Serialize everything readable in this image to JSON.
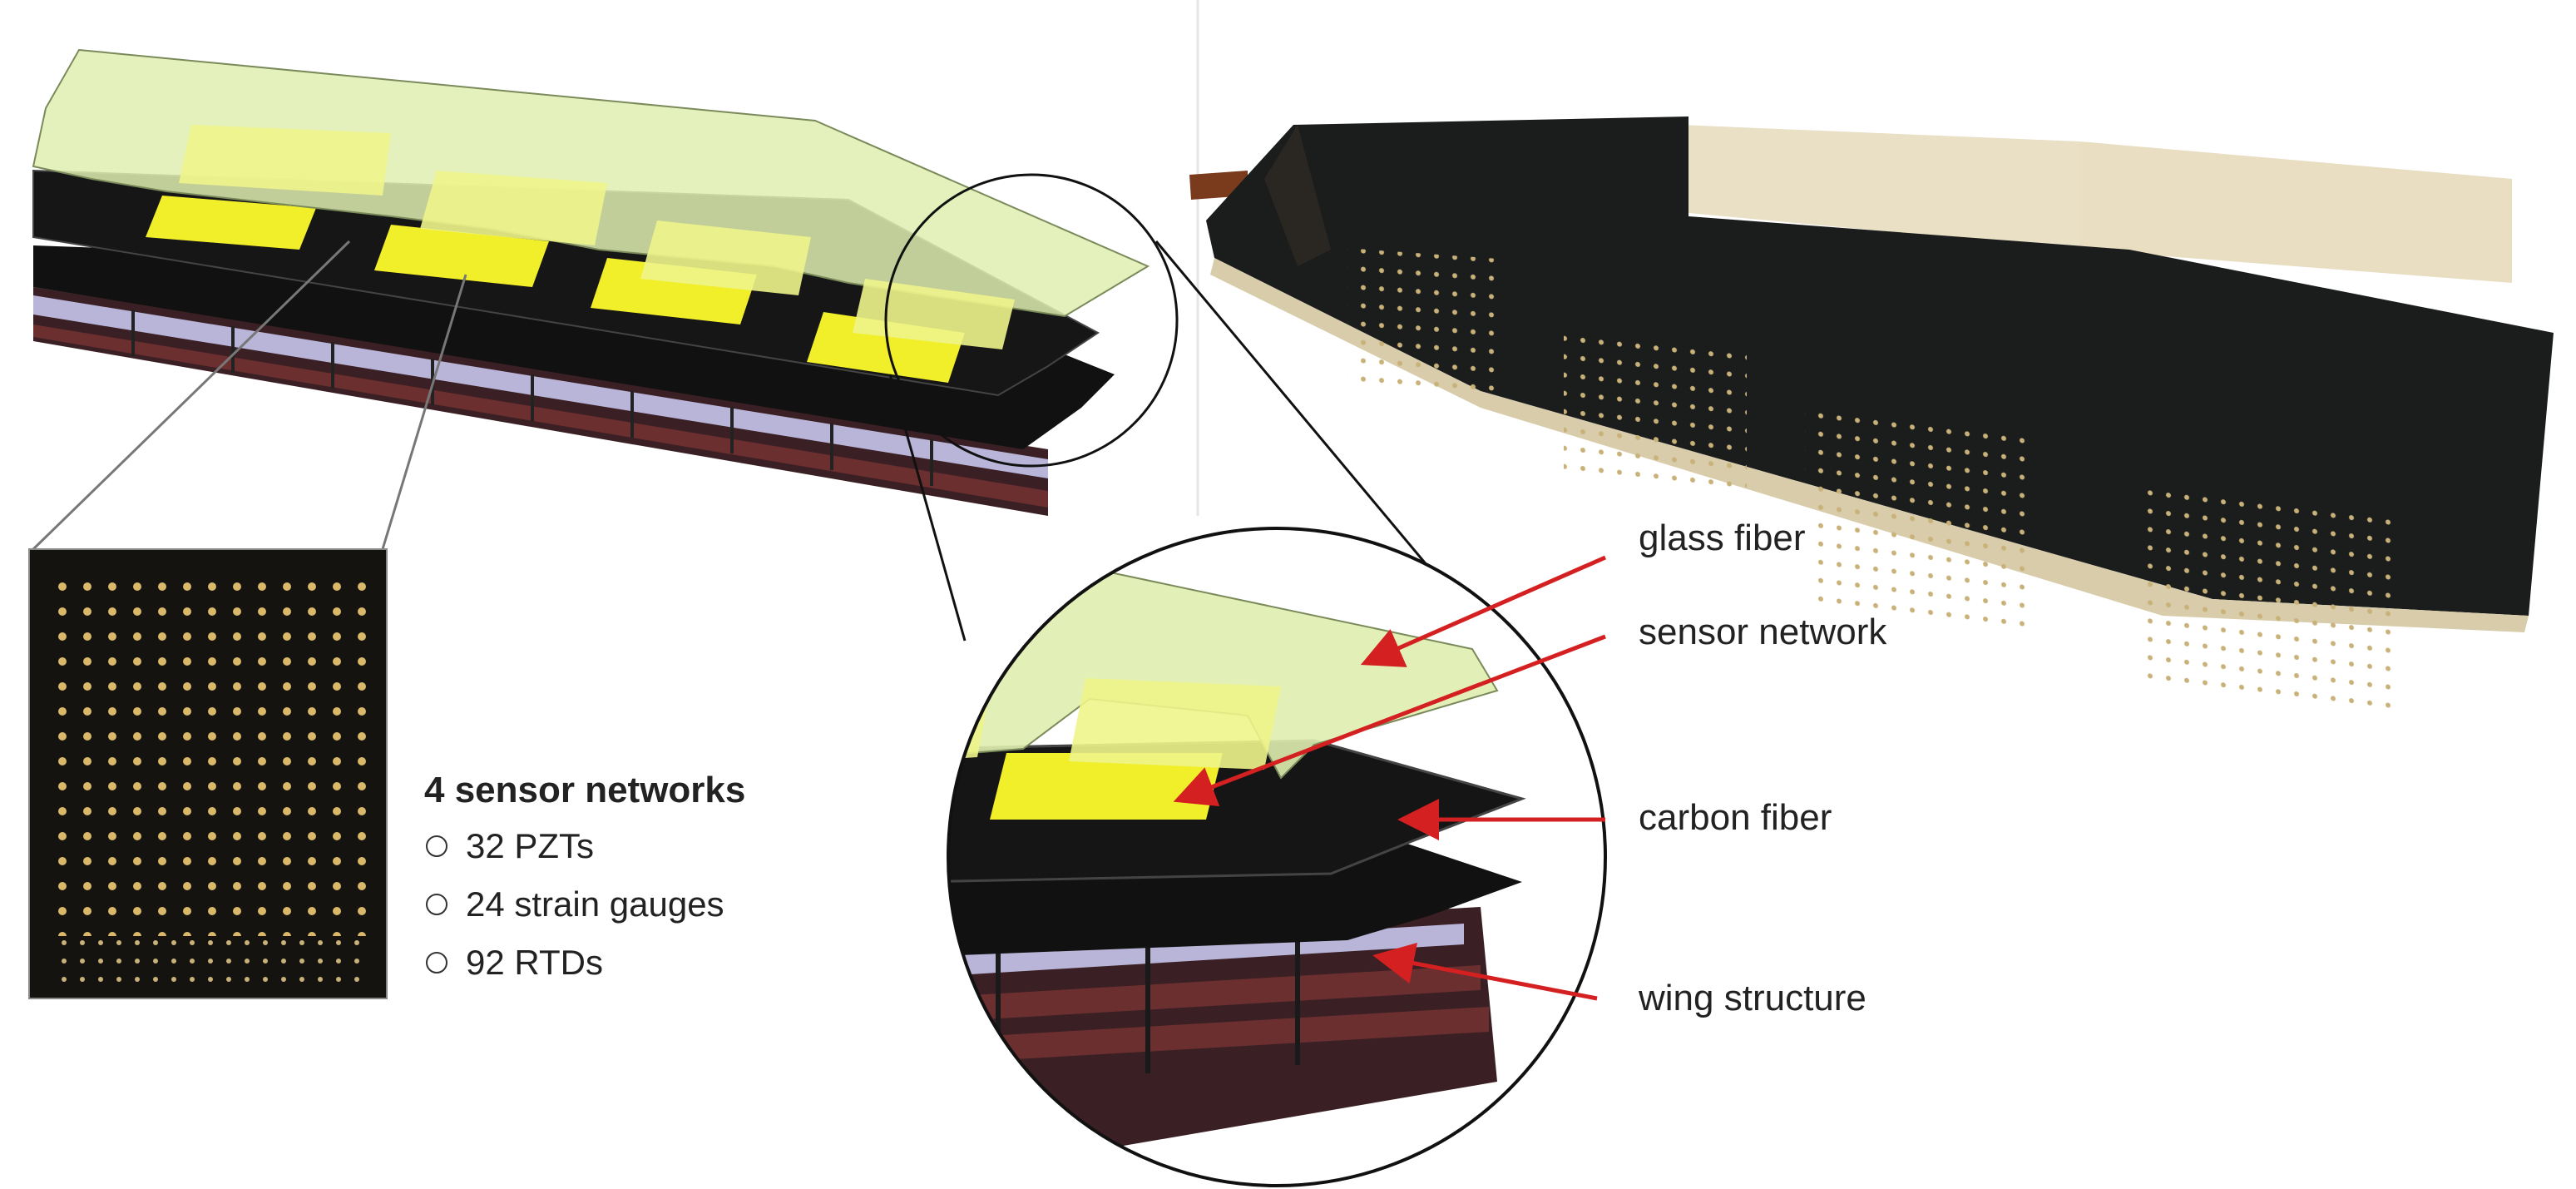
{
  "callouts": {
    "glass_fiber": "glass fiber",
    "sensor_network": "sensor network",
    "carbon_fiber": "carbon fiber",
    "wing_structure": "wing structure"
  },
  "summary": {
    "title": "4 sensor networks",
    "items": [
      "32 PZTs",
      "24 strain gauges",
      "92 RTDs"
    ]
  },
  "colors": {
    "glass_fiber": "#e8f2c4",
    "sensor_network": "#f4f034",
    "carbon_fiber": "#181818",
    "wing_structure_rib": "#5b2a2a",
    "wing_structure_spar": "#b9b5d8",
    "arrow": "#d42020",
    "zoom_circle": "#111111"
  },
  "icons": [
    "sensor-network-photo",
    "wing-prototype-photo",
    "zoom-circle"
  ]
}
